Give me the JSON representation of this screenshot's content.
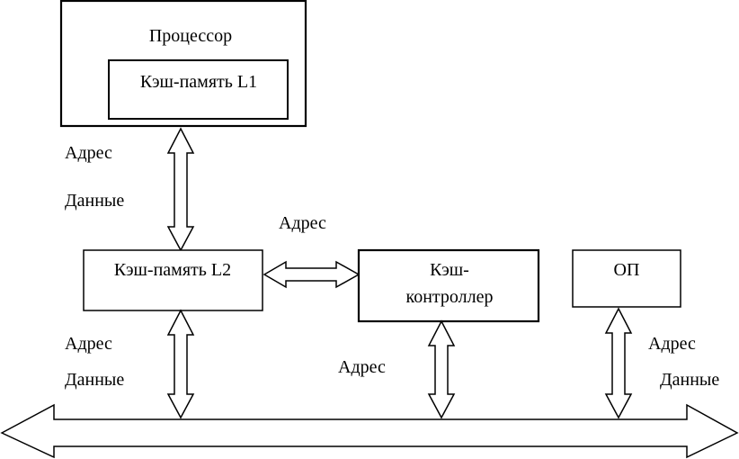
{
  "processor": {
    "title": "Процессор",
    "cache_l1": "Кэш-память L1"
  },
  "cache_l2": "Кэш-память L2",
  "cache_controller": {
    "line1": "Кэш-",
    "line2": "контроллер"
  },
  "main_memory": "ОП",
  "labels": {
    "cpu_l2_address": "Адрес",
    "cpu_l2_data": "Данные",
    "l2_controller_address": "Адрес",
    "l2_bus_address": "Адрес",
    "l2_bus_data": "Данные",
    "controller_bus_address": "Адрес",
    "memory_bus_address": "Адрес",
    "memory_bus_data": "Данные"
  }
}
